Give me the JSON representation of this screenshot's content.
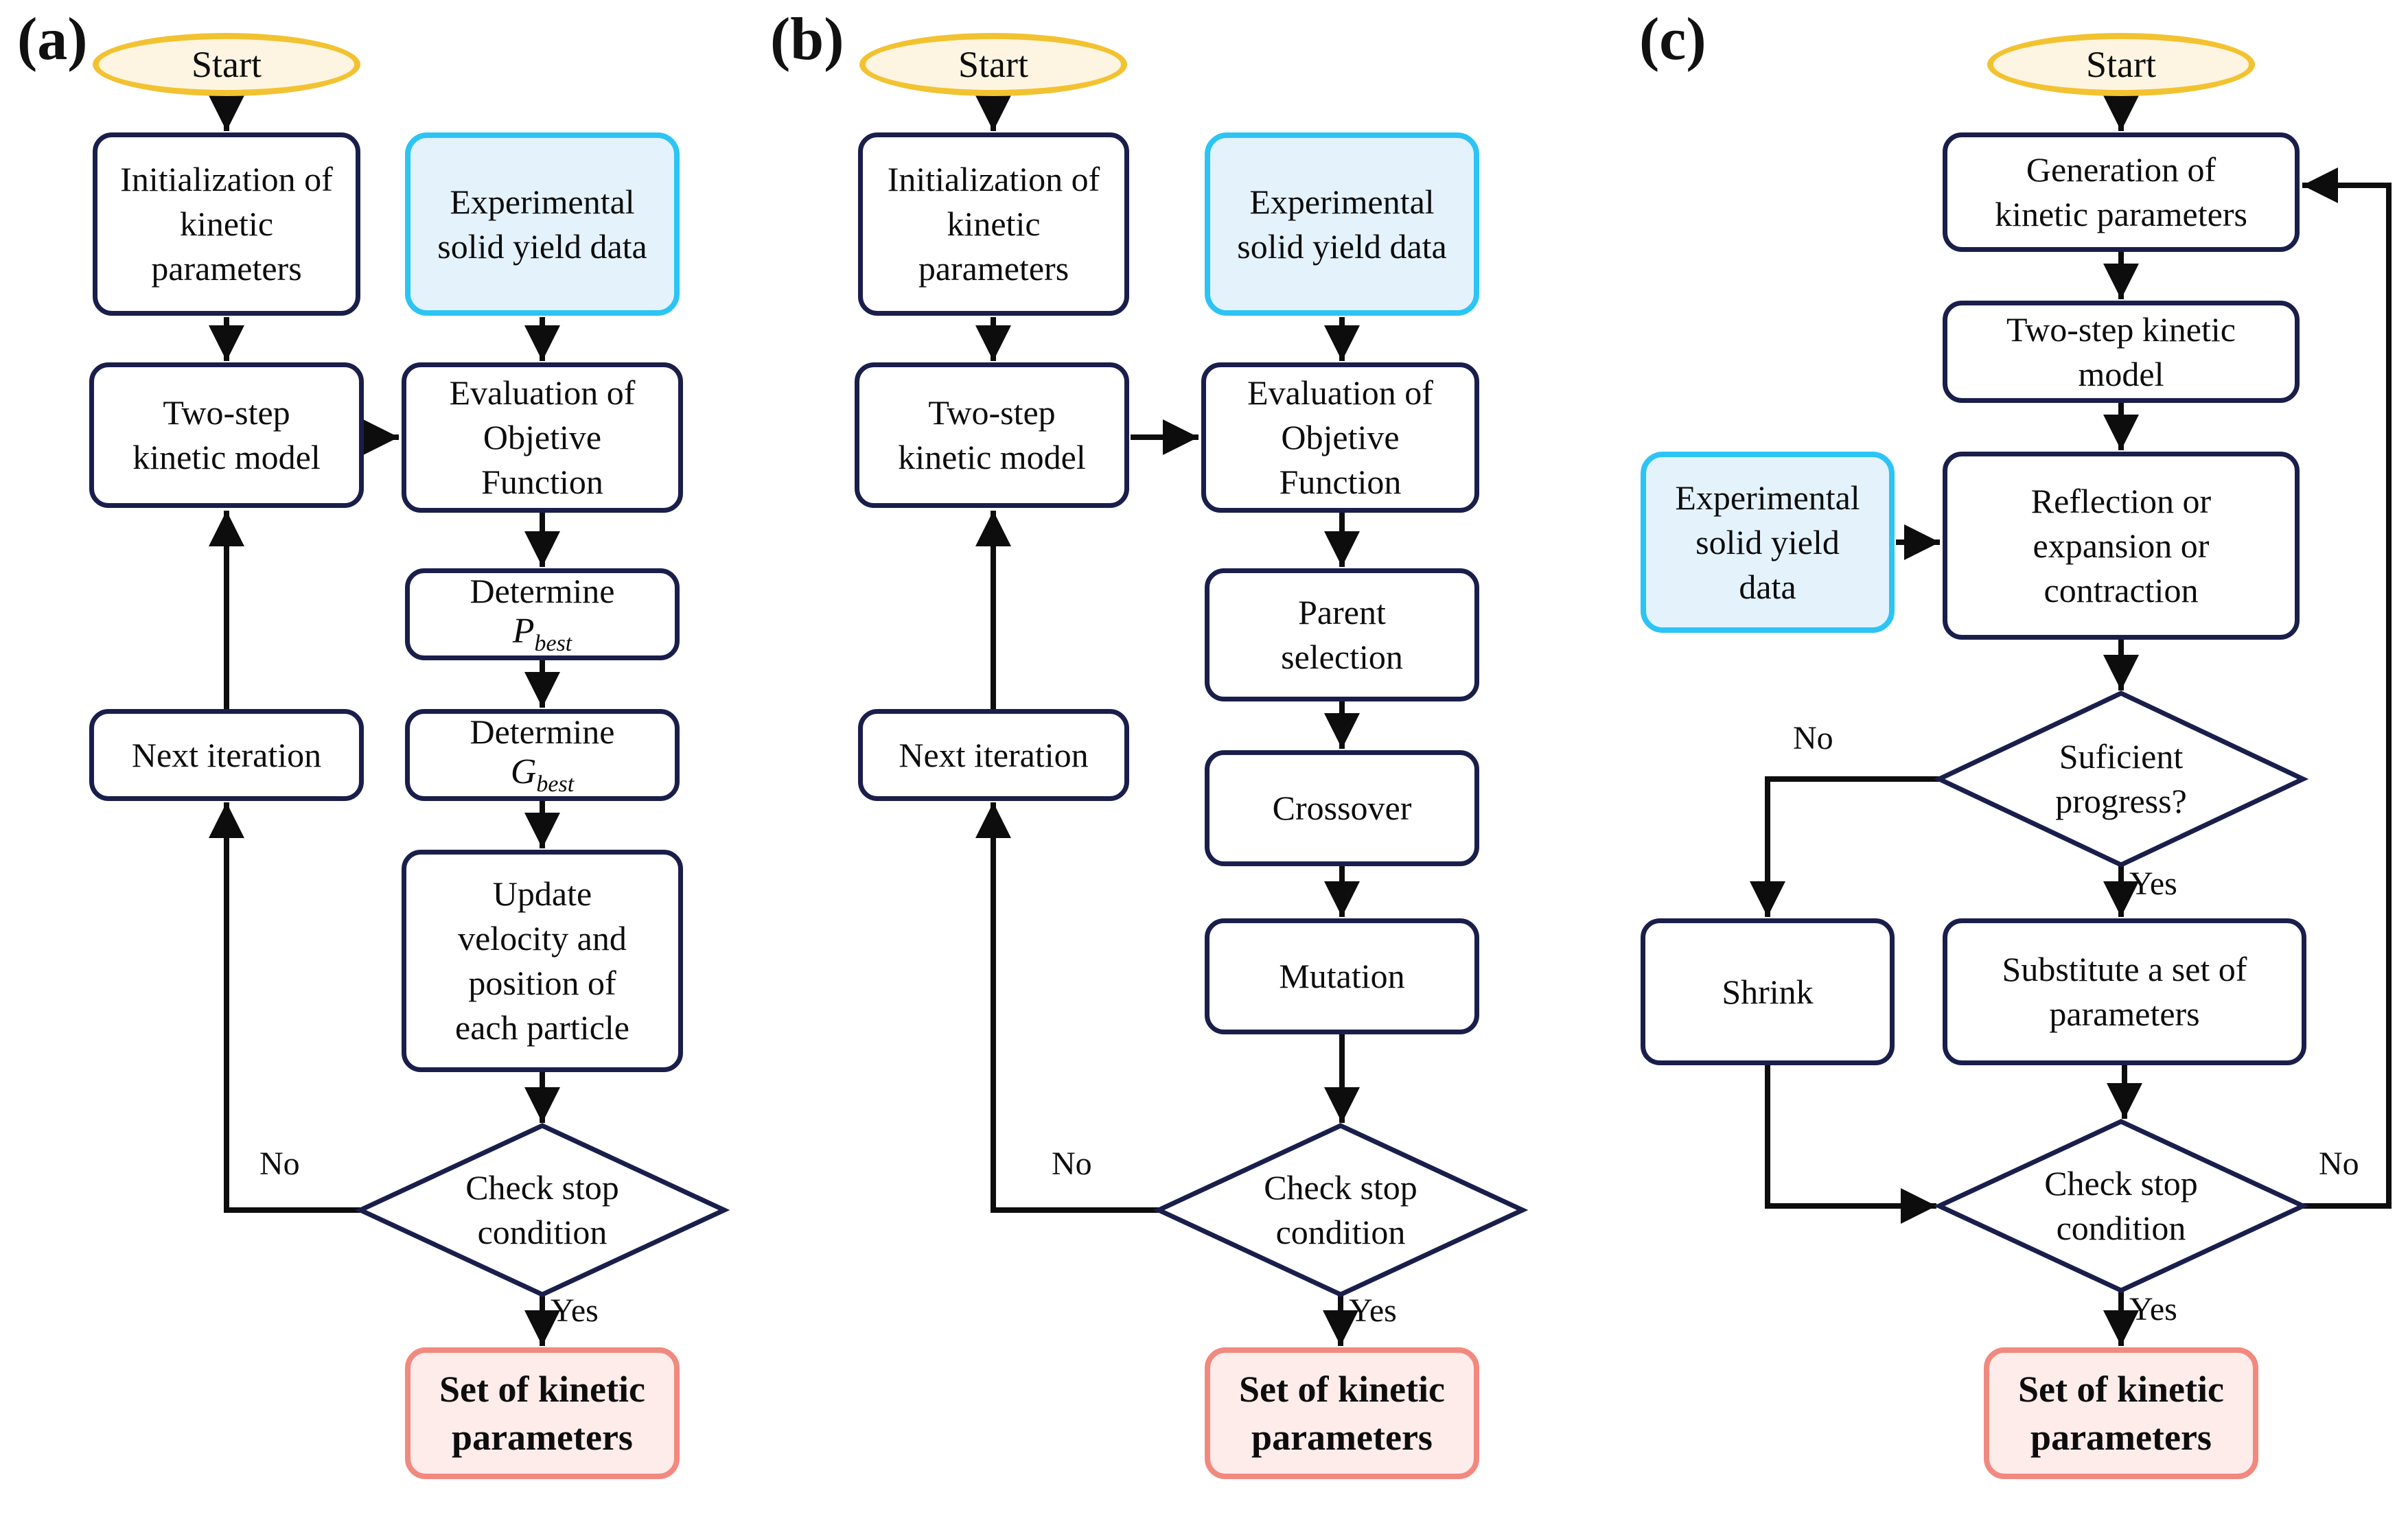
{
  "colors": {
    "process_border": "#191e4b",
    "data_border": "#2cc4f4",
    "data_fill": "#e4f2fc",
    "terminal_border": "#f2c230",
    "terminal_fill": "#fdf5e1",
    "result_border": "#f2897f",
    "result_fill": "#fdecea",
    "arrow": "#0d0d0d",
    "text": "#0d0d0d",
    "background": "#ffffff"
  },
  "panel_a": {
    "label": "(a)",
    "start": "Start",
    "init": "Initialization of\nkinetic\nparameters",
    "experimental": "Experimental\nsolid yield data",
    "two_step": "Two-step\nkinetic model",
    "evaluation": "Evaluation of\nObjetive\nFunction",
    "determine_pbest": {
      "prefix": "Determine",
      "symbol": "P",
      "subscript": "best"
    },
    "determine_gbest": {
      "prefix": "Determine",
      "symbol": "G",
      "subscript": "best"
    },
    "update": "Update\nvelocity and\nposition of\neach particle",
    "next_iteration": "Next iteration",
    "check_stop": "Check stop\ncondition",
    "set_of_parameters": "Set of kinetic\nparameters",
    "edge_no": "No",
    "edge_yes": "Yes"
  },
  "panel_b": {
    "label": "(b)",
    "start": "Start",
    "init": "Initialization of\nkinetic\nparameters",
    "experimental": "Experimental\nsolid yield data",
    "two_step": "Two-step\nkinetic model",
    "evaluation": "Evaluation of\nObjetive\nFunction",
    "parent_selection": "Parent\nselection",
    "crossover": "Crossover",
    "mutation": "Mutation",
    "next_iteration": "Next iteration",
    "check_stop": "Check stop\ncondition",
    "set_of_parameters": "Set of kinetic\nparameters",
    "edge_no": "No",
    "edge_yes": "Yes"
  },
  "panel_c": {
    "label": "(c)",
    "start": "Start",
    "generation": "Generation of\nkinetic parameters",
    "two_step": "Two-step kinetic\nmodel",
    "experimental": "Experimental\nsolid yield\ndata",
    "reflection": "Reflection or\nexpansion or\ncontraction",
    "sufficient_progress": "Suficient\nprogress?",
    "shrink": "Shrink",
    "substitute": "Substitute a set of\nparameters",
    "check_stop": "Check stop\ncondition",
    "set_of_parameters": "Set of kinetic\nparameters",
    "edge_no_progress": "No",
    "edge_yes_progress": "Yes",
    "edge_no_stop": "No",
    "edge_yes_stop": "Yes"
  }
}
